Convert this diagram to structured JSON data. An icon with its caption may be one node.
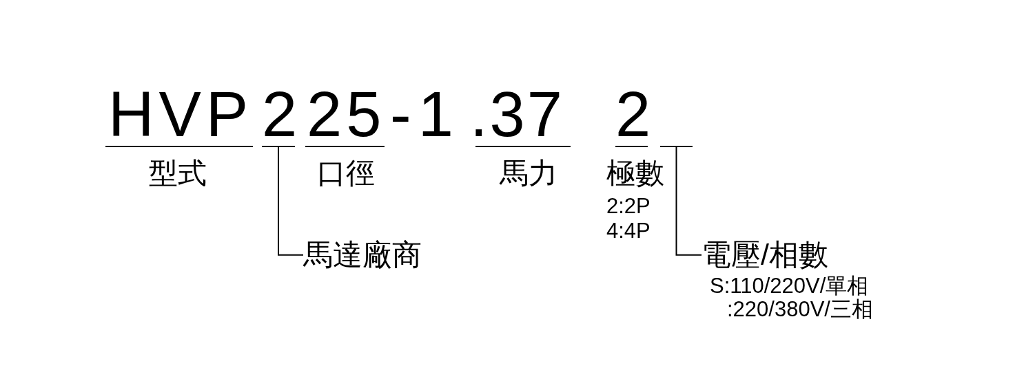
{
  "diagram": {
    "nodes": [
      {
        "text": [
          "HVP"
        ],
        "beside": [
          "型式"
        ]
      },
      {
        "text": [
          "2"
        ]
      },
      {
        "text": [
          "25"
        ],
        "beside": [
          "口徑"
        ]
      },
      {
        "text": [
          ".37"
        ],
        "beside": [
          "馬力"
        ]
      },
      {
        "text": [
          "2"
        ],
        "beside": [
          "極數",
          "2:2P",
          "4:4P"
        ]
      },
      {
        "text": [],
        "shape": "bar"
      },
      {
        "text": [
          "馬達廠商"
        ]
      },
      {
        "text": [
          "電壓/相數",
          "S:110/220V/單相",
          ":220/380V/三相"
        ]
      }
    ],
    "edges": [
      {
        "from": 1,
        "to": 6,
        "arrow": "none"
      },
      {
        "from": 5,
        "to": 7,
        "arrow": "none"
      }
    ],
    "labels": [
      "-1"
    ]
  }
}
